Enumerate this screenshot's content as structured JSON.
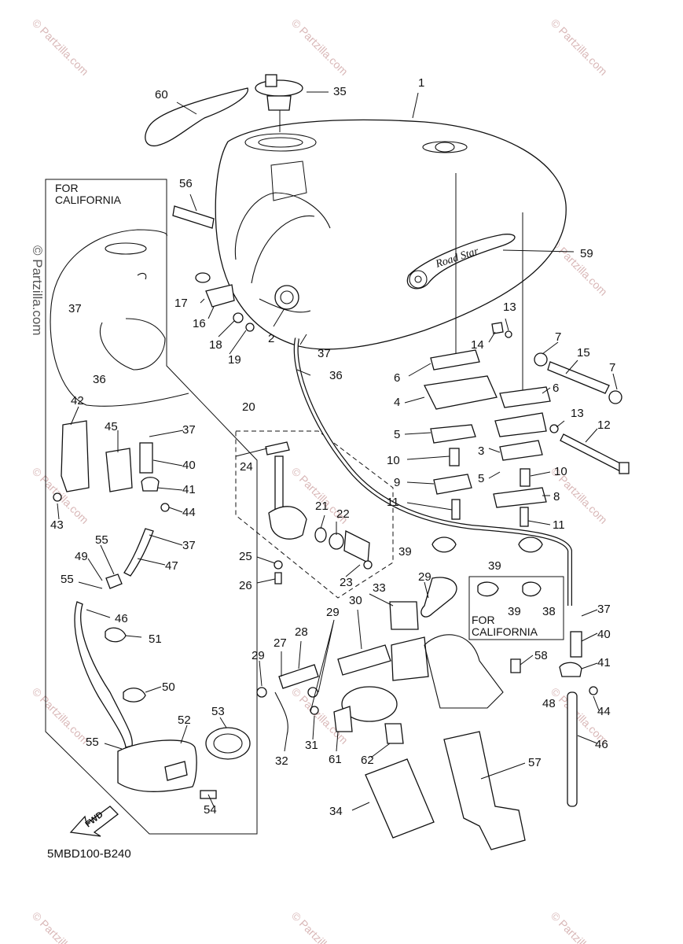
{
  "diagram_code": "5MBD100-B240",
  "watermark_text": "© Partzilla.com",
  "california_box_label_line1": "FOR",
  "california_box_label_line2": "CALIFORNIA",
  "inset_label_line1": "FOR",
  "inset_label_line2": "CALIFORNIA",
  "fwd_label": "FWD",
  "tank_logo_text": "Road Star",
  "callouts": [
    {
      "id": "c1",
      "text": "1"
    },
    {
      "id": "c2",
      "text": "2"
    },
    {
      "id": "c3a",
      "text": "3"
    },
    {
      "id": "c4",
      "text": "4"
    },
    {
      "id": "c5a",
      "text": "5"
    },
    {
      "id": "c5b",
      "text": "5"
    },
    {
      "id": "c6a",
      "text": "6"
    },
    {
      "id": "c6b",
      "text": "6"
    },
    {
      "id": "c7a",
      "text": "7"
    },
    {
      "id": "c7b",
      "text": "7"
    },
    {
      "id": "c8",
      "text": "8"
    },
    {
      "id": "c9",
      "text": "9"
    },
    {
      "id": "c10a",
      "text": "10"
    },
    {
      "id": "c10b",
      "text": "10"
    },
    {
      "id": "c11a",
      "text": "11"
    },
    {
      "id": "c11b",
      "text": "11"
    },
    {
      "id": "c12",
      "text": "12"
    },
    {
      "id": "c13a",
      "text": "13"
    },
    {
      "id": "c13b",
      "text": "13"
    },
    {
      "id": "c14",
      "text": "14"
    },
    {
      "id": "c15",
      "text": "15"
    },
    {
      "id": "c16",
      "text": "16"
    },
    {
      "id": "c17",
      "text": "17"
    },
    {
      "id": "c18",
      "text": "18"
    },
    {
      "id": "c19",
      "text": "19"
    },
    {
      "id": "c20",
      "text": "20"
    },
    {
      "id": "c21",
      "text": "21"
    },
    {
      "id": "c22",
      "text": "22"
    },
    {
      "id": "c23",
      "text": "23"
    },
    {
      "id": "c24",
      "text": "24"
    },
    {
      "id": "c25",
      "text": "25"
    },
    {
      "id": "c26",
      "text": "26"
    },
    {
      "id": "c27",
      "text": "27"
    },
    {
      "id": "c28",
      "text": "28"
    },
    {
      "id": "c29a",
      "text": "29"
    },
    {
      "id": "c29b",
      "text": "29"
    },
    {
      "id": "c29c",
      "text": "29"
    },
    {
      "id": "c30",
      "text": "30"
    },
    {
      "id": "c31",
      "text": "31"
    },
    {
      "id": "c32",
      "text": "32"
    },
    {
      "id": "c33",
      "text": "33"
    },
    {
      "id": "c34",
      "text": "34"
    },
    {
      "id": "c35",
      "text": "35"
    },
    {
      "id": "c36a",
      "text": "36"
    },
    {
      "id": "c36b",
      "text": "36"
    },
    {
      "id": "c37a",
      "text": "37"
    },
    {
      "id": "c37b",
      "text": "37"
    },
    {
      "id": "c37c",
      "text": "37"
    },
    {
      "id": "c37d",
      "text": "37"
    },
    {
      "id": "c37e",
      "text": "37"
    },
    {
      "id": "c38",
      "text": "38"
    },
    {
      "id": "c39a",
      "text": "39"
    },
    {
      "id": "c39b",
      "text": "39"
    },
    {
      "id": "c39c",
      "text": "39"
    },
    {
      "id": "c40a",
      "text": "40"
    },
    {
      "id": "c40b",
      "text": "40"
    },
    {
      "id": "c41a",
      "text": "41"
    },
    {
      "id": "c41b",
      "text": "41"
    },
    {
      "id": "c42",
      "text": "42"
    },
    {
      "id": "c43",
      "text": "43"
    },
    {
      "id": "c44a",
      "text": "44"
    },
    {
      "id": "c44b",
      "text": "44"
    },
    {
      "id": "c45",
      "text": "45"
    },
    {
      "id": "c46a",
      "text": "46"
    },
    {
      "id": "c46b",
      "text": "46"
    },
    {
      "id": "c47",
      "text": "47"
    },
    {
      "id": "c48",
      "text": "48"
    },
    {
      "id": "c49",
      "text": "49"
    },
    {
      "id": "c50",
      "text": "50"
    },
    {
      "id": "c51",
      "text": "51"
    },
    {
      "id": "c52",
      "text": "52"
    },
    {
      "id": "c53",
      "text": "53"
    },
    {
      "id": "c54",
      "text": "54"
    },
    {
      "id": "c55a",
      "text": "55"
    },
    {
      "id": "c55b",
      "text": "55"
    },
    {
      "id": "c55c",
      "text": "55"
    },
    {
      "id": "c56",
      "text": "56"
    },
    {
      "id": "c57",
      "text": "57"
    },
    {
      "id": "c58",
      "text": "58"
    },
    {
      "id": "c59",
      "text": "59"
    },
    {
      "id": "c60",
      "text": "60"
    },
    {
      "id": "c61",
      "text": "61"
    },
    {
      "id": "c62",
      "text": "62"
    }
  ]
}
